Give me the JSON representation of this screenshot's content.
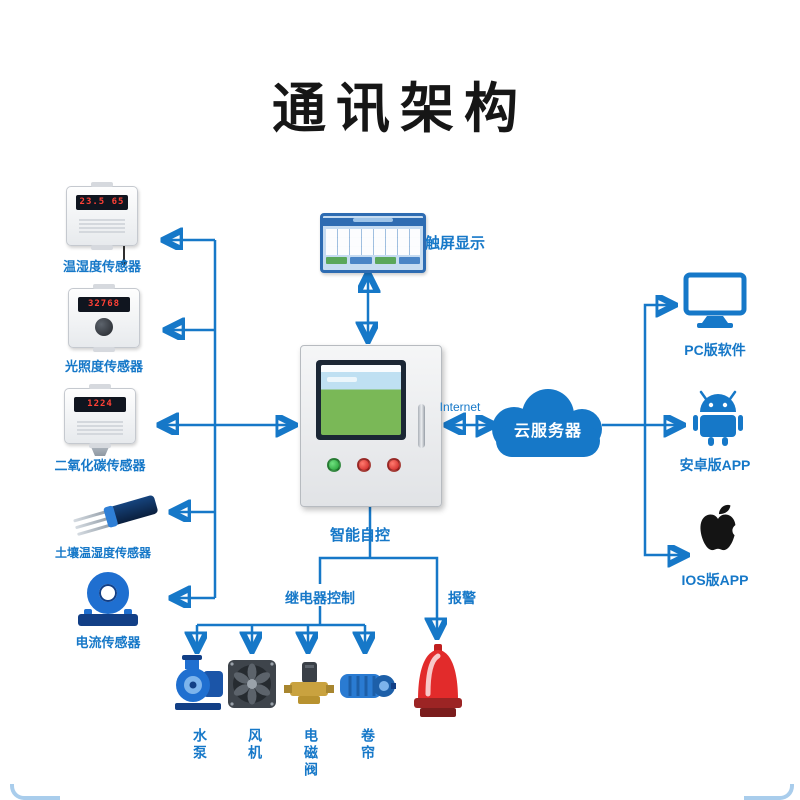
{
  "title": "通讯架构",
  "colors": {
    "accent": "#1678c8",
    "alarm_red": "#e22b2b"
  },
  "sensors": [
    {
      "label": "温湿度传感器",
      "display": "23.5 65"
    },
    {
      "label": "光照度传感器",
      "display": "32768"
    },
    {
      "label": "二氧化碳传感器",
      "display": "1224"
    },
    {
      "label": "土壤温湿度传感器"
    },
    {
      "label": "电流传感器"
    }
  ],
  "touchscreen": {
    "label": "触屏显示"
  },
  "controller": {
    "label": "智能自控"
  },
  "network": {
    "internet_label": "Internet",
    "cloud_label": "云服务器"
  },
  "clients": [
    {
      "label": "PC版软件"
    },
    {
      "label": "安卓版APP"
    },
    {
      "label": "IOS版APP"
    }
  ],
  "relay": {
    "label": "继电器控制"
  },
  "alarm": {
    "label": "报警"
  },
  "actuators": [
    {
      "label": "水泵"
    },
    {
      "label": "风机"
    },
    {
      "label": "电磁阀"
    },
    {
      "label": "卷帘"
    }
  ]
}
